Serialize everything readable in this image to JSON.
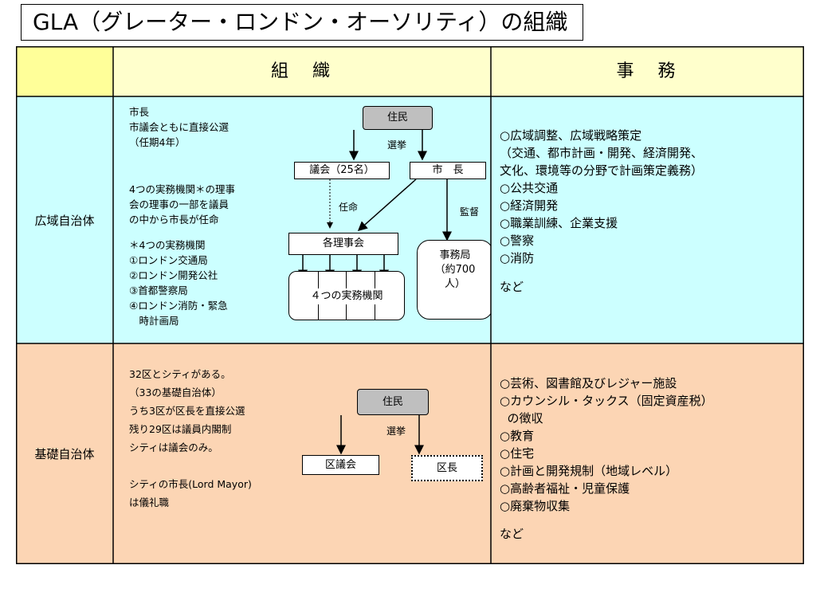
{
  "title": "GLA（グレーター・ロンドン・オーソリティ）の組織",
  "headers": {
    "org": "組　織",
    "duties": "事　務"
  },
  "gla": {
    "label": "広域自治体",
    "org_text": {
      "mayor_block": "市長\n市議会ともに直接公選\n（任期4年）",
      "board_block": "4つの実務機関＊の理事\n会の理事の一部を議員\nの中から市長が任命",
      "agencies_block": "＊4つの実務機関\n①ロンドン交通局\n②ロンドン開発公社\n③首都警察局\n④ロンドン消防・緊急\n　時計画局"
    },
    "diagram": {
      "residents": "住民",
      "election": "選挙",
      "assembly": "議会（25名）",
      "mayor": "市　長",
      "appoint": "任命",
      "supervise": "監督",
      "boards": "各理事会",
      "agencies": "４つの実務機関",
      "secretariat": "事務局\n（約700\n人）"
    },
    "duties": "○広域調整、広域戦略策定\n（交通、都市計画・開発、経済開発、\n文化、環境等の分野で計画策定義務）\n○公共交通\n○経済開発\n○職業訓練、企業支援\n○警察\n○消防",
    "duties_etc": "など"
  },
  "basic": {
    "label": "基礎自治体",
    "org_text": "32区とシティがある。\n（33の基礎自治体）\nうち3区が区長を直接公選\n残り29区は議員内閣制\nシティは議会のみ。\n\nシティの市長(Lord Mayor)\nは儀礼職",
    "diagram": {
      "residents": "住民",
      "election": "選挙",
      "ward_council": "区議会",
      "ward_mayor": "区長"
    },
    "duties": "○芸術、図書館及びレジャー施設\n○カウンシル・タックス（固定資産税）\n  の徴収\n○教育\n○住宅\n○計画と開発規制（地域レベル）\n○高齢者福祉・児童保護\n○廃棄物収集",
    "duties_etc": "など"
  }
}
